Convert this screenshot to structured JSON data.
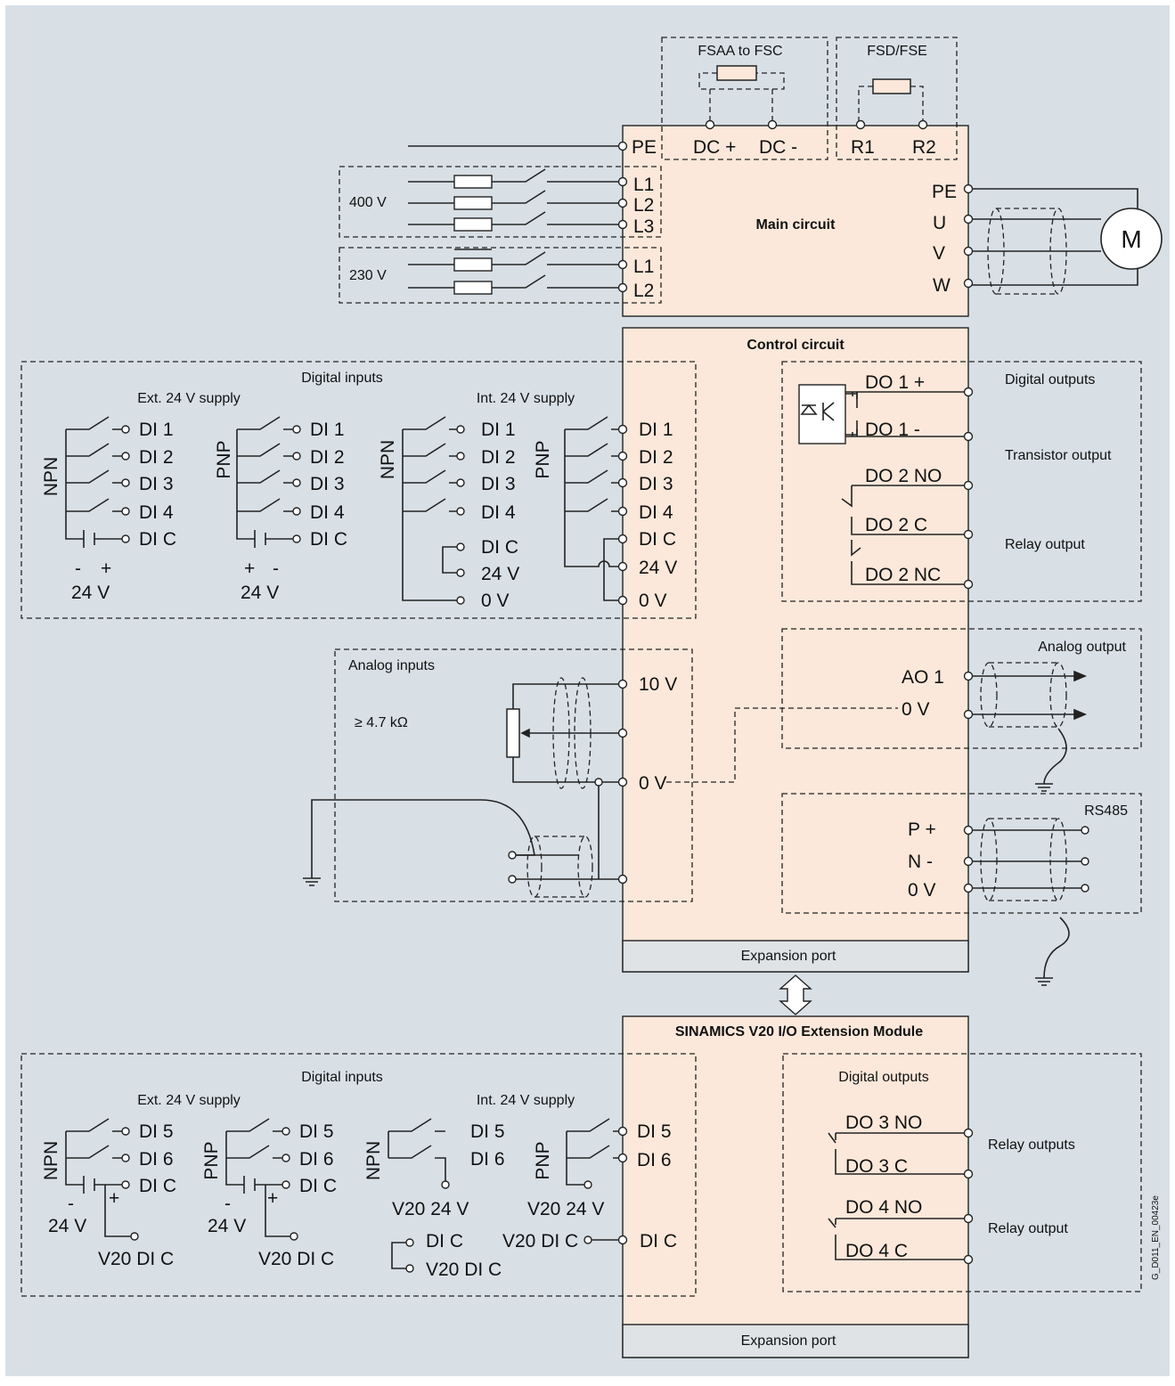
{
  "colors": {
    "background": "#d8e0e6",
    "module_fill": "#fbe8da",
    "port_fill": "#dfe3e6",
    "line": "#222222"
  },
  "main": {
    "title": "Main circuit",
    "pe_in": "PE",
    "dc_plus": "DC +",
    "dc_minus": "DC -",
    "r1": "R1",
    "r2": "R2",
    "fsaa_label": "FSAA to FSC",
    "fsd_label": "FSD/FSE",
    "v400": "400 V",
    "v230": "230 V",
    "l1": "L1",
    "l2": "L2",
    "l3": "L3",
    "pe_out": "PE",
    "u": "U",
    "v": "V",
    "w": "W",
    "motor": "M"
  },
  "control": {
    "title": "Control circuit",
    "digital_inputs": "Digital inputs",
    "ext_supply": "Ext. 24 V supply",
    "int_supply": "Int. 24 V supply",
    "npn": "NPN",
    "pnp": "PNP",
    "di1": "DI 1",
    "di2": "DI 2",
    "di3": "DI 3",
    "di4": "DI 4",
    "dic": "DI C",
    "v24": "24 V",
    "v0": "0 V",
    "minus": "-",
    "plus": "+",
    "digital_outputs": "Digital outputs",
    "transistor_output": "Transistor output",
    "relay_output": "Relay output",
    "do1p": "DO 1 +",
    "do1m": "DO 1 -",
    "do2no": "DO 2 NO",
    "do2c": "DO 2 C",
    "do2nc": "DO 2 NC",
    "analog_inputs": "Analog inputs",
    "resistance": "≥ 4.7 kΩ",
    "v10": "10 V",
    "analog_output": "Analog output",
    "ao1": "AO 1",
    "rs485": "RS485",
    "pplus": "P +",
    "nminus": "N -",
    "expansion_port": "Expansion port"
  },
  "ext": {
    "title": "SINAMICS V20 I/O Extension Module",
    "digital_inputs": "Digital inputs",
    "ext_supply": "Ext. 24 V supply",
    "int_supply": "Int. 24 V supply",
    "di5": "DI 5",
    "di6": "DI 6",
    "dic": "DI C",
    "v24": "24 V",
    "v20_24": "V20 24 V",
    "v20_dic": "V20 DI C",
    "digital_outputs": "Digital outputs",
    "relay_outputs": "Relay outputs",
    "relay_output": "Relay output",
    "do3no": "DO  3 NO",
    "do3c": "DO  3 C",
    "do4no": "DO 4 NO",
    "do4c": "DO 4 C",
    "expansion_port": "Expansion port"
  },
  "drawing_id": "G_D011_EN_00423e"
}
